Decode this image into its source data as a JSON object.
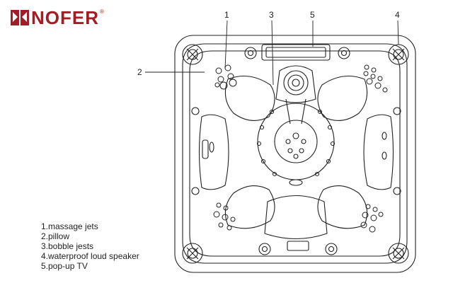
{
  "brand": {
    "name": "NOFER",
    "registered_mark": "®",
    "color": "#a11f24"
  },
  "callouts": [
    "1",
    "2",
    "3",
    "4",
    "5"
  ],
  "legend": [
    "1.massage jets",
    "2.pillow",
    "3.bobble jests",
    "4.waterproof  loud speaker",
    "5.pop-up TV"
  ]
}
